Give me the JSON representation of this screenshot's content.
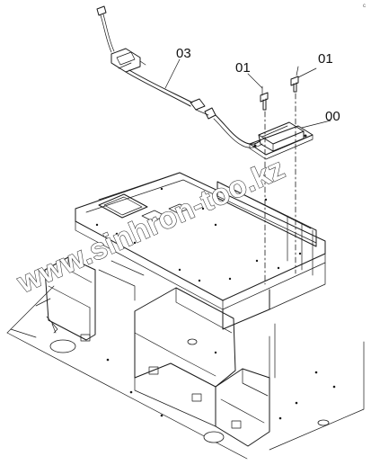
{
  "diagram": {
    "callouts": {
      "harness": "03",
      "bolt_left": "01",
      "bolt_right": "01",
      "unit": "00"
    },
    "corner_mark": "c",
    "watermark": "www.sinhron-too.kz"
  }
}
